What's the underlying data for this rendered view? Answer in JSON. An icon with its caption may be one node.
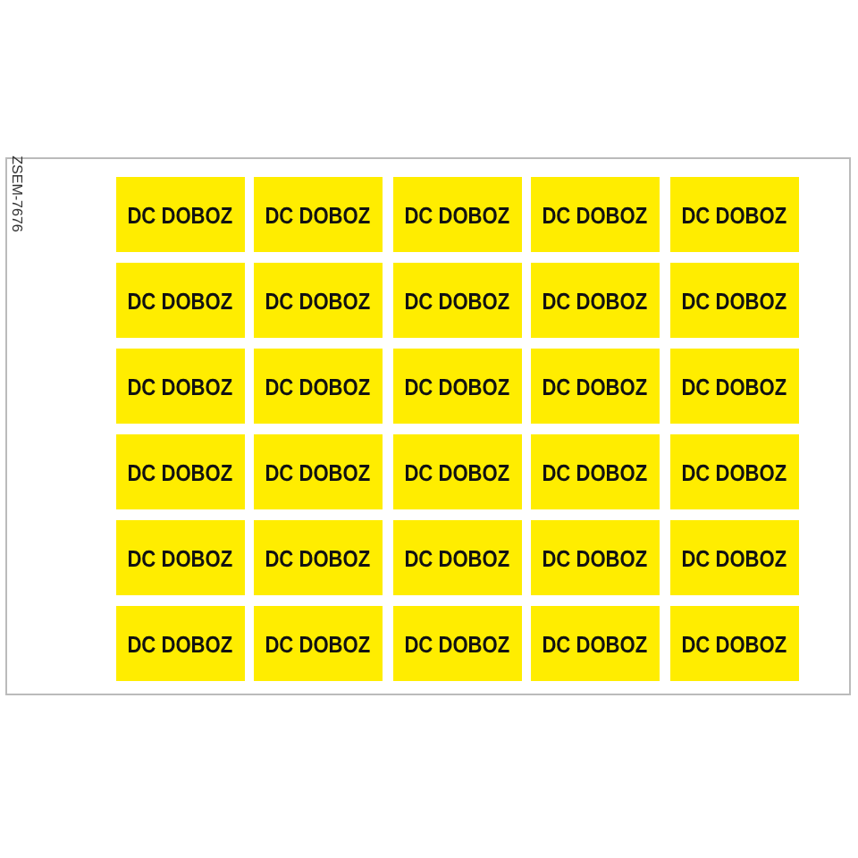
{
  "diagram": {
    "nodes": [
      {
        "text": [
          "DC DOBOZ"
        ]
      },
      {
        "text": [
          "DC DOBOZ"
        ]
      },
      {
        "text": [
          "DC DOBOZ"
        ]
      },
      {
        "text": [
          "DC DOBOZ"
        ]
      },
      {
        "text": [
          "DC DOBOZ"
        ]
      },
      {
        "text": [
          "DC DOBOZ"
        ]
      },
      {
        "text": [
          "DC DOBOZ"
        ]
      },
      {
        "text": [
          "DC DOBOZ"
        ]
      },
      {
        "text": [
          "DC DOBOZ"
        ]
      },
      {
        "text": [
          "DC DOBOZ"
        ]
      },
      {
        "text": [
          "DC DOBOZ"
        ]
      },
      {
        "text": [
          "DC DOBOZ"
        ]
      },
      {
        "text": [
          "DC DOBOZ"
        ]
      },
      {
        "text": [
          "DC DOBOZ"
        ]
      },
      {
        "text": [
          "DC DOBOZ"
        ]
      },
      {
        "text": [
          "DC DOBOZ"
        ]
      },
      {
        "text": [
          "DC DOBOZ"
        ]
      },
      {
        "text": [
          "DC DOBOZ"
        ]
      },
      {
        "text": [
          "DC DOBOZ"
        ]
      },
      {
        "text": [
          "DC DOBOZ"
        ]
      },
      {
        "text": [
          "DC DOBOZ"
        ]
      },
      {
        "text": [
          "DC DOBOZ"
        ]
      },
      {
        "text": [
          "DC DOBOZ"
        ]
      },
      {
        "text": [
          "DC DOBOZ"
        ]
      },
      {
        "text": [
          "DC DOBOZ"
        ]
      },
      {
        "text": [
          "DC DOBOZ"
        ]
      },
      {
        "text": [
          "DC DOBOZ"
        ]
      },
      {
        "text": [
          "DC DOBOZ"
        ]
      },
      {
        "text": [
          "DC DOBOZ"
        ]
      },
      {
        "text": [
          "DC DOBOZ"
        ]
      }
    ],
    "labels": [
      "ZSEM-7676"
    ]
  }
}
